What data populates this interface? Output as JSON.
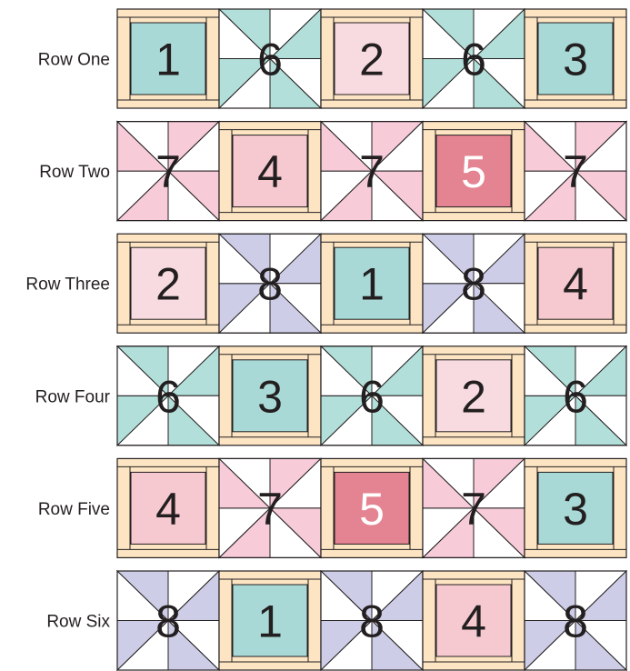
{
  "palette": {
    "teal": "#b2dfd9",
    "teal_center": "#a8d9d6",
    "pink": "#f7cbd8",
    "pink_center": "#f6c8cf",
    "light_pink_center": "#f7dbe0",
    "dark_pink_center": "#e48391",
    "lavender": "#cdcde7",
    "cream": "#fde5c3",
    "outline": "#231f20",
    "white": "#ffffff"
  },
  "block_types": {
    "1": {
      "kind": "framed",
      "center": "teal_center",
      "text_color": "outline"
    },
    "2": {
      "kind": "framed",
      "center": "light_pink_center",
      "text_color": "outline"
    },
    "3": {
      "kind": "framed",
      "center": "teal_center",
      "text_color": "outline"
    },
    "4": {
      "kind": "framed",
      "center": "pink_center",
      "text_color": "outline"
    },
    "5": {
      "kind": "framed",
      "center": "dark_pink_center",
      "text_color": "white"
    },
    "6": {
      "kind": "pinwheel",
      "color": "teal",
      "orientation": "a"
    },
    "7": {
      "kind": "pinwheel",
      "color": "pink",
      "orientation": "b"
    },
    "8": {
      "kind": "pinwheel",
      "color": "lavender",
      "orientation": "a"
    }
  },
  "rows": [
    {
      "label": "Row One",
      "blocks": [
        "1",
        "6",
        "2",
        "6",
        "3"
      ]
    },
    {
      "label": "Row Two",
      "blocks": [
        "7",
        "4",
        "7",
        "5",
        "7"
      ]
    },
    {
      "label": "Row Three",
      "blocks": [
        "2",
        "8",
        "1",
        "8",
        "4"
      ]
    },
    {
      "label": "Row Four",
      "blocks": [
        "6",
        "3",
        "6",
        "2",
        "6"
      ]
    },
    {
      "label": "Row Five",
      "blocks": [
        "4",
        "7",
        "5",
        "7",
        "3"
      ]
    },
    {
      "label": "Row Six",
      "blocks": [
        "8",
        "1",
        "8",
        "4",
        "8"
      ]
    }
  ]
}
